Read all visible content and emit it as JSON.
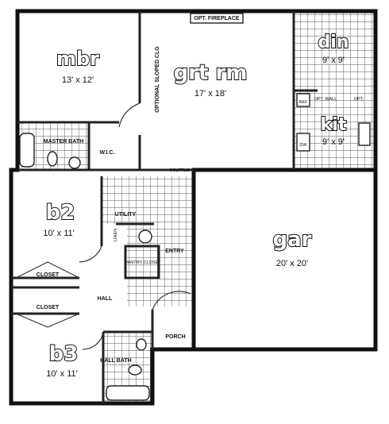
{
  "rooms": {
    "mbr": {
      "name": "mbr",
      "dims": "13' x 12'"
    },
    "great_room": {
      "name": "grt rm",
      "dims": "17' x 18'"
    },
    "dining": {
      "name": "din",
      "dims": "9' x 9'"
    },
    "kitchen": {
      "name": "kit",
      "dims": "9' x 9'"
    },
    "bedroom2": {
      "name": "b2",
      "dims": "10' x 11'"
    },
    "bedroom3": {
      "name": "b3",
      "dims": "10' x 11'"
    },
    "garage": {
      "name": "gar",
      "dims": "20' x 20'"
    }
  },
  "labels": {
    "fireplace": "OPT. FIREPLACE",
    "sloped_ceiling": "OPTIONAL SLOPED CLG",
    "master_bath": "MASTER BATH",
    "wic": "W.I.C.",
    "utility": "UTILITY",
    "entry": "ENTRY",
    "pantry_closet": "PANTRY CLOSET",
    "closet_1": "CLOSET",
    "closet_2": "CLOSET",
    "hall": "HALL",
    "hall_bath": "HALL BATH",
    "porch": "PORCH",
    "scuttle": "SCUTTLE",
    "ref": "REF",
    "dw": "DW",
    "opt_wall": "OPT. WALL",
    "linen": "LINEN",
    "opt_bar": "OPT."
  }
}
